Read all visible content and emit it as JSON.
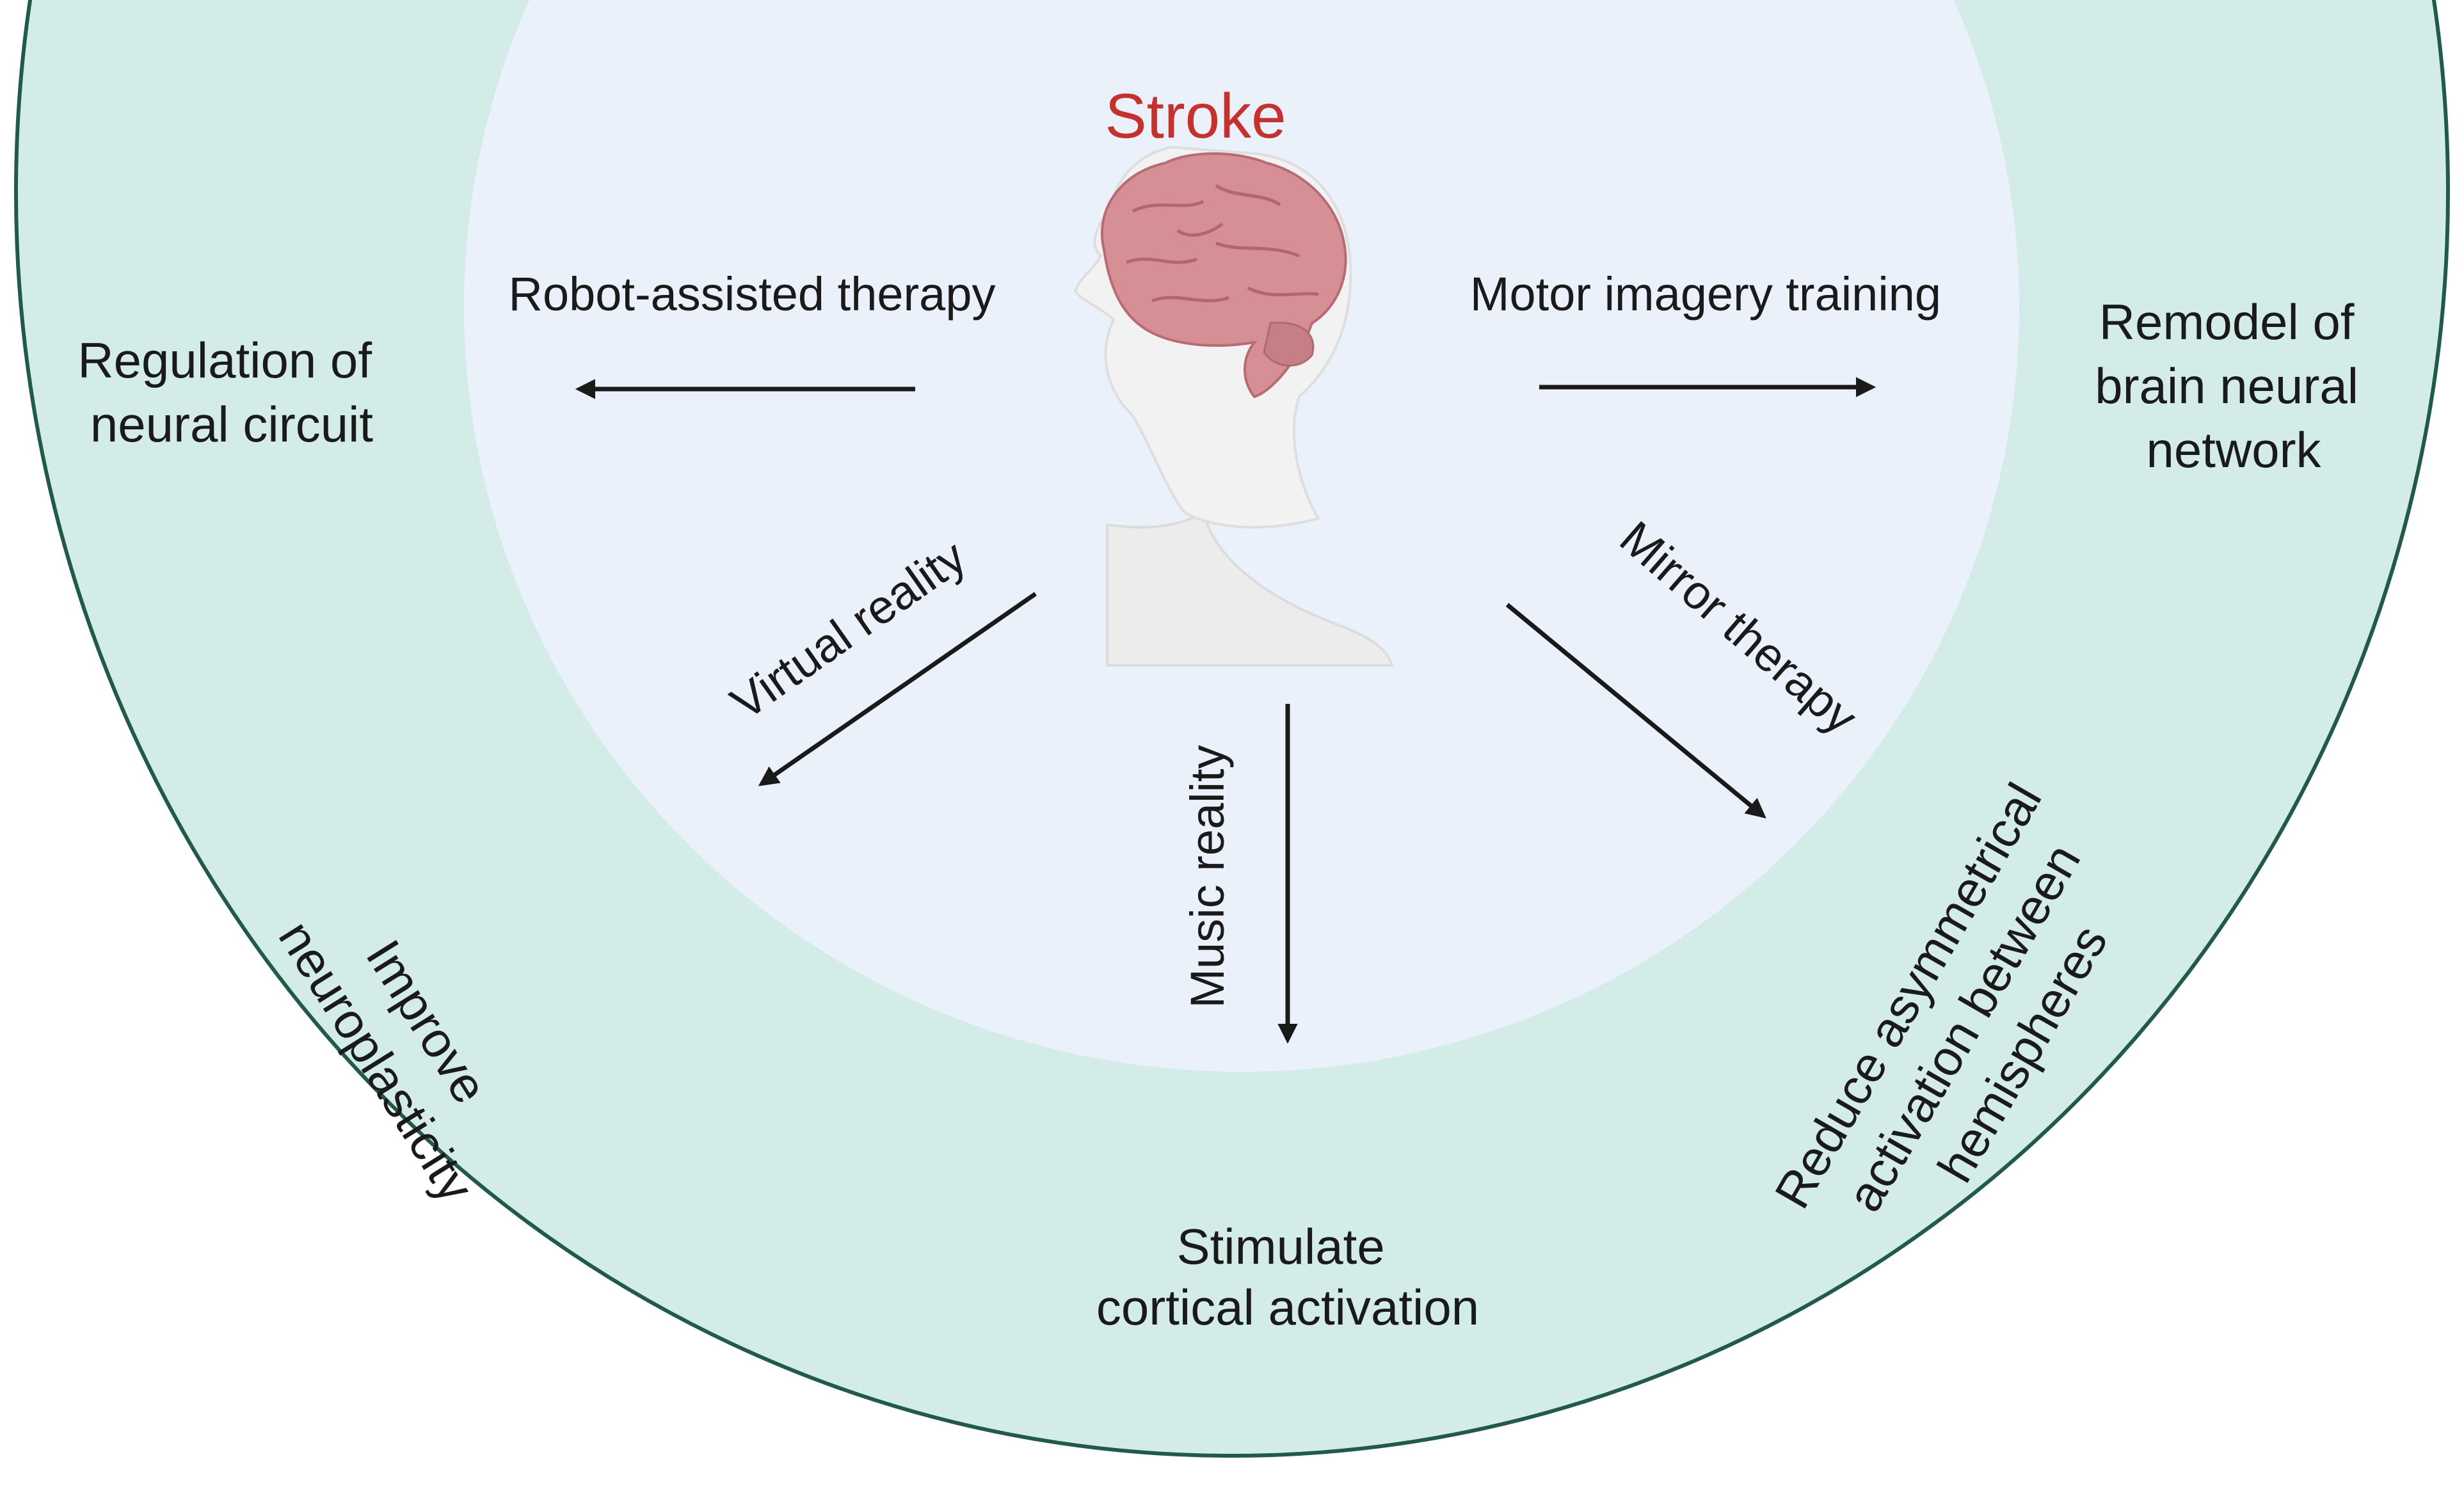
{
  "center": {
    "title": "Stroke",
    "title_color": "#c8302b",
    "icon": "human-head-brain-icon"
  },
  "therapies": {
    "robot": "Robot-assisted therapy",
    "motor": "Motor imagery training",
    "virtual": "Virtual reality",
    "mirror": "Mirror therapy",
    "music": "Music reality"
  },
  "effects": {
    "regulation": [
      "Regulation of",
      "neural circuit"
    ],
    "remodel": [
      "Remodel of",
      "brain neural",
      "network"
    ],
    "improve": [
      "Improve",
      "neuroplasticity"
    ],
    "reduce": [
      "Reduce asymmetrical",
      "activation between",
      "hemispheres"
    ],
    "stimulate": [
      "Stimulate",
      "cortical activation"
    ]
  },
  "colors": {
    "outer_ring": "#d3ece7",
    "outer_ring_stroke": "#1f5a4c",
    "inner_circle": "#eaf1fa",
    "arrow": "#1a1a1a",
    "brain": "#d58f95",
    "head": "#f0f0f0"
  }
}
